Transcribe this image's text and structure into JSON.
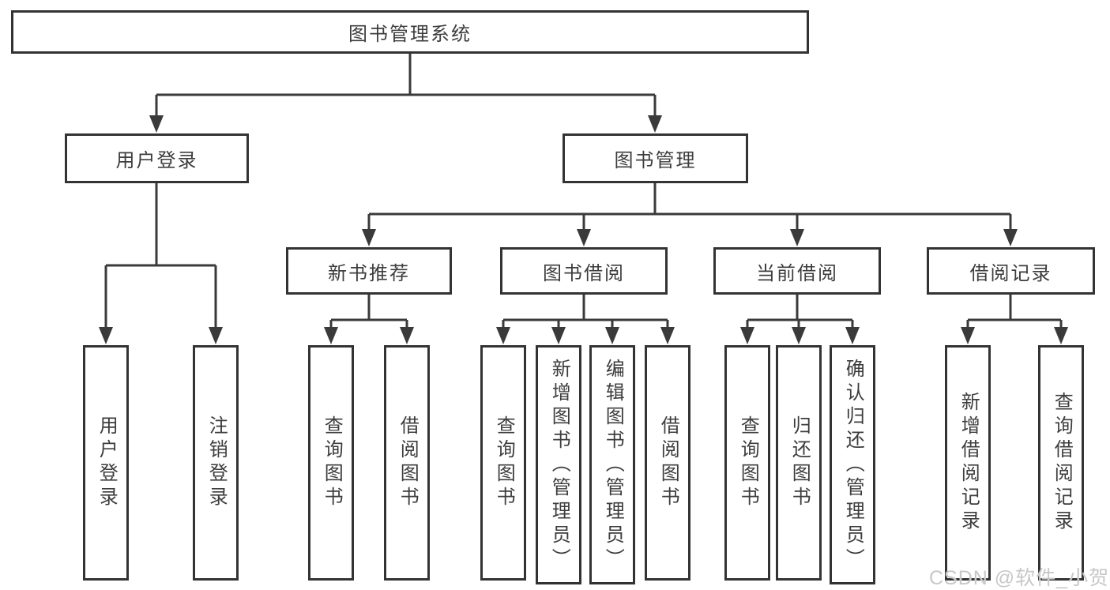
{
  "tree": {
    "root": "图书管理系统",
    "branches": [
      {
        "label": "用户登录",
        "children": [
          "用户登录",
          "注销登录"
        ]
      },
      {
        "label": "图书管理",
        "sections": [
          {
            "label": "新书推荐",
            "children": [
              "查询图书",
              "借阅图书"
            ]
          },
          {
            "label": "图书借阅",
            "children": [
              "查询图书",
              "新增图书（管理员）",
              "编辑图书（管理员）",
              "借阅图书"
            ]
          },
          {
            "label": "当前借阅",
            "children": [
              "查询图书",
              "归还图书",
              "确认归还（管理员）"
            ]
          },
          {
            "label": "借阅记录",
            "children": [
              "新增借阅记录",
              "查询借阅记录"
            ]
          }
        ]
      }
    ]
  },
  "watermark": "CSDN @软件_小贺同学",
  "colors": {
    "line": "#3a3a3a",
    "border": "#333333",
    "text": "#3d3d3d",
    "watermark": "#c8c8c8",
    "background": "#ffffff"
  }
}
